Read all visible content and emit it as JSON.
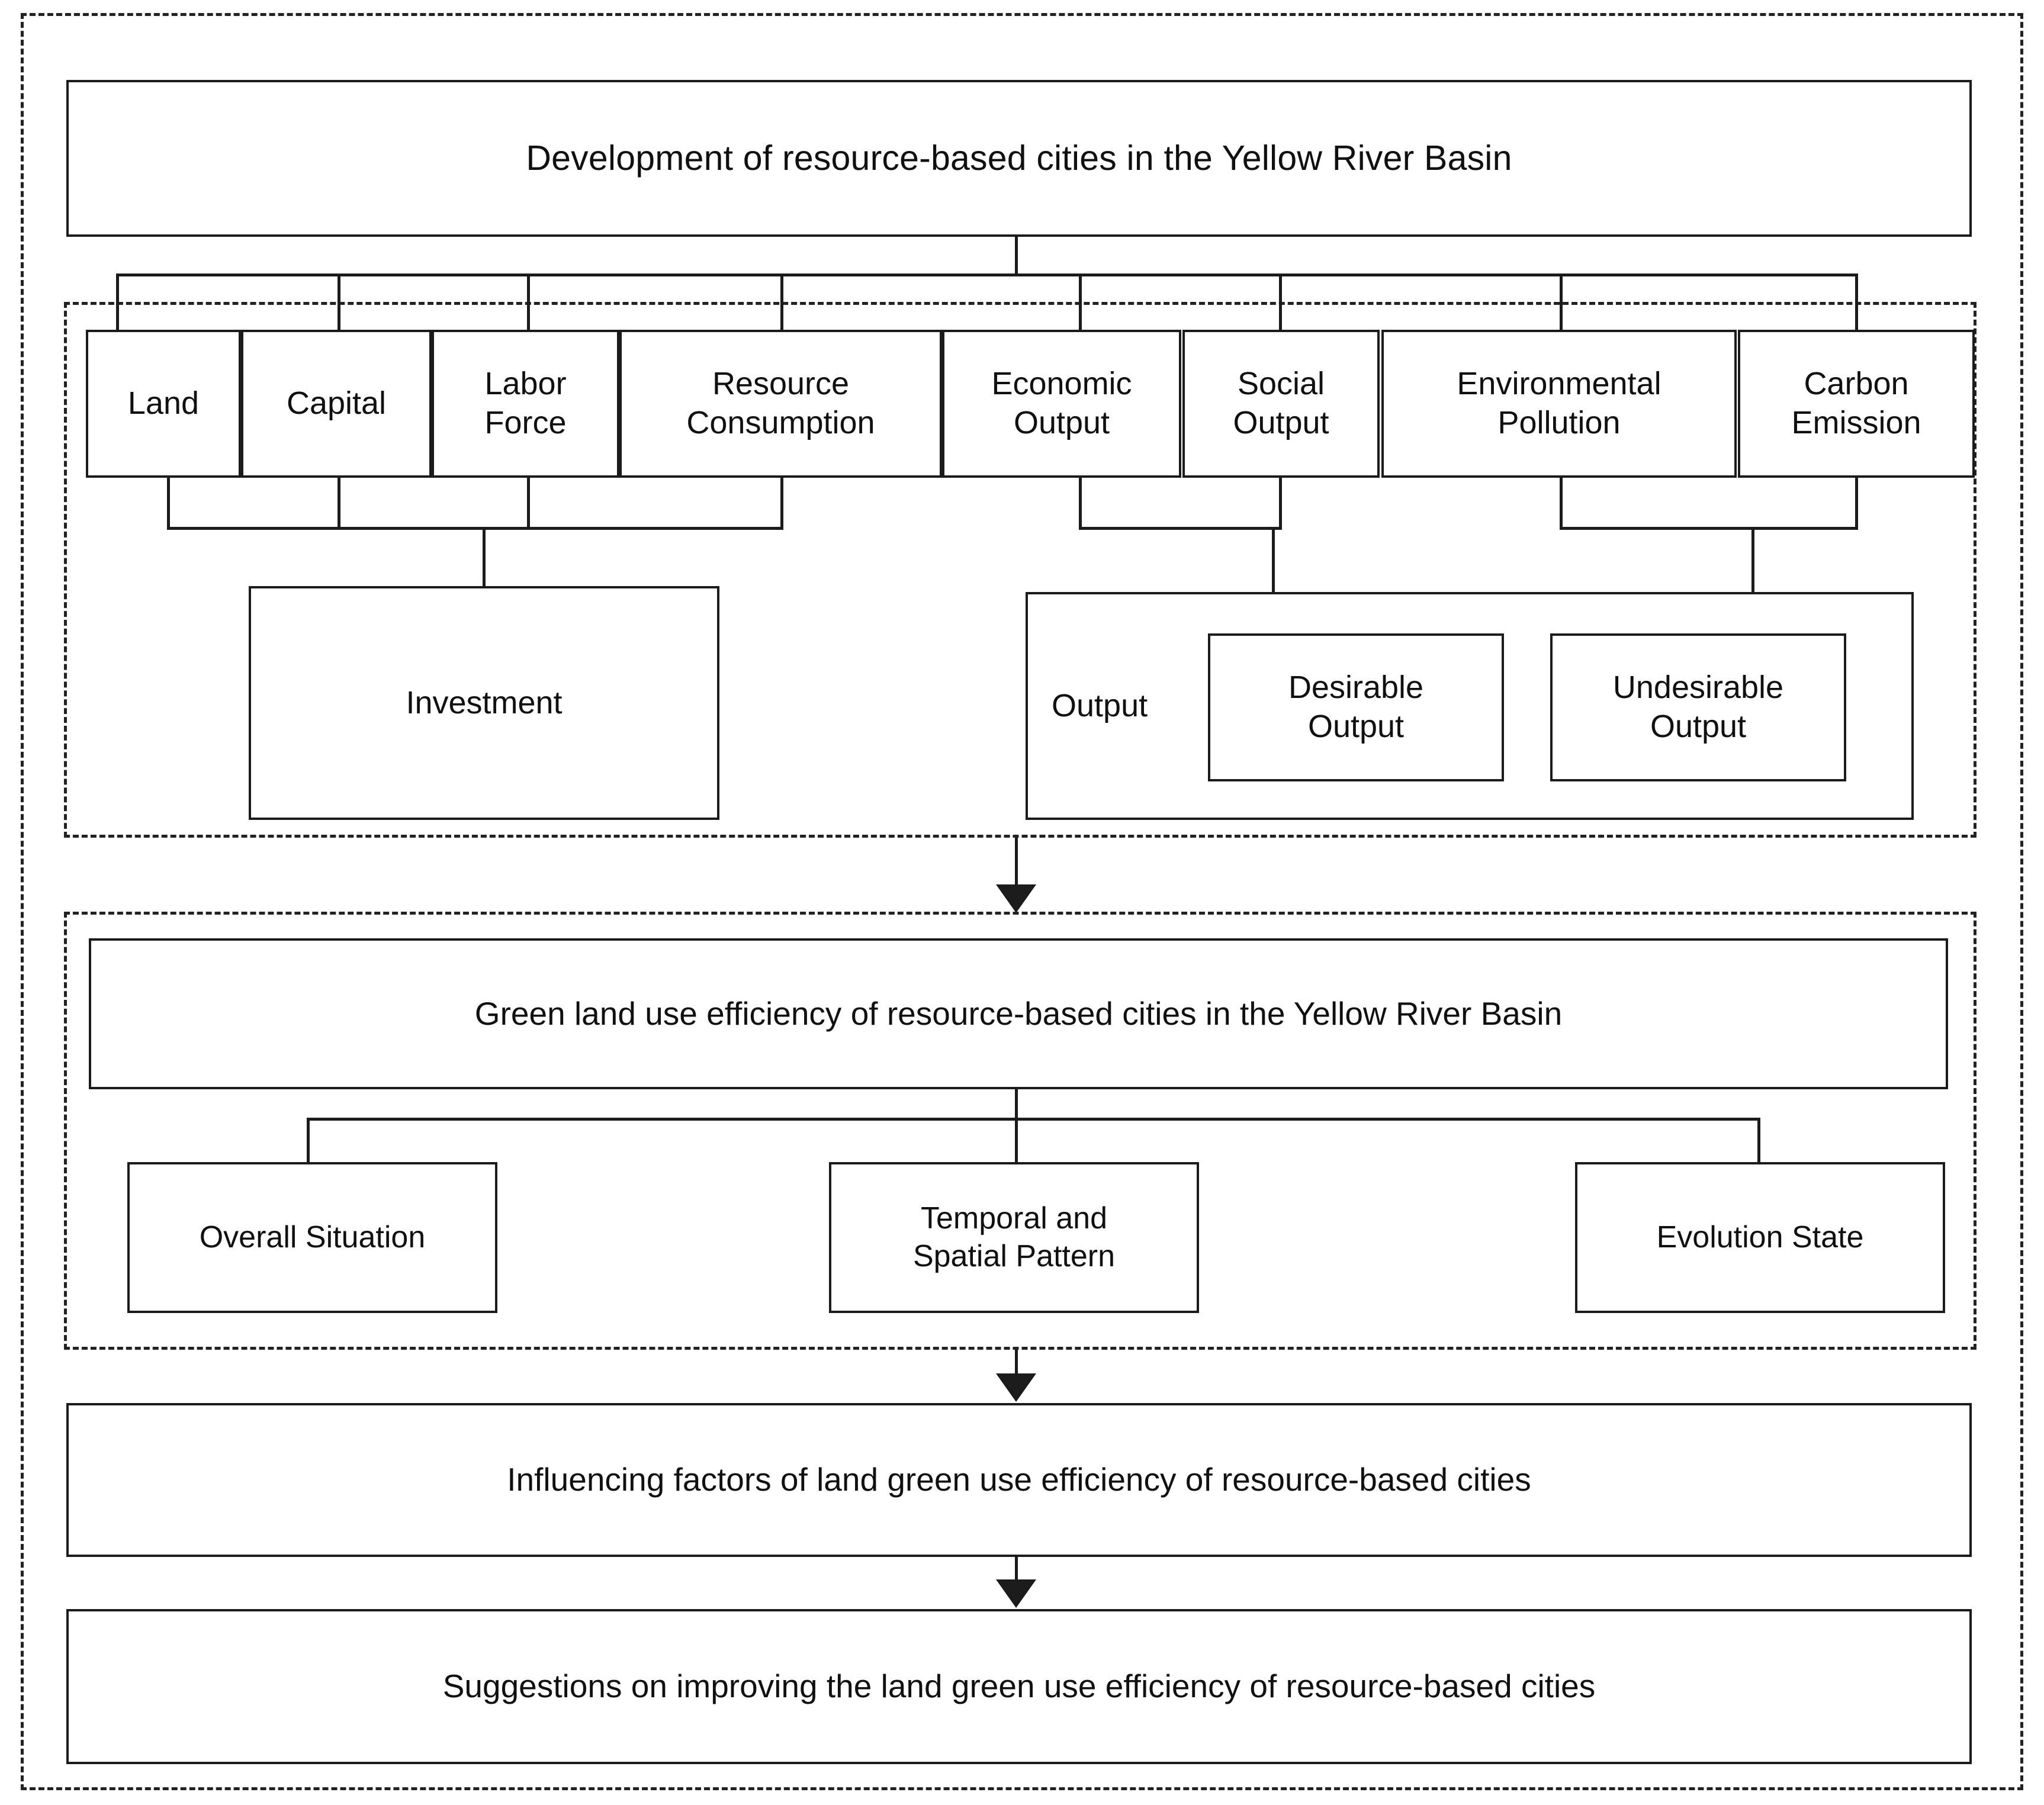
{
  "diagram": {
    "title_box": {
      "label": "Development of resource-based cities in the Yellow River Basin"
    },
    "framework_group": {
      "indicator_boxes": [
        {
          "label": "Land"
        },
        {
          "label": "Capital"
        },
        {
          "label": "Labor\nForce"
        },
        {
          "label": "Resource\nConsumption"
        },
        {
          "label": "Economic\nOutput"
        },
        {
          "label": "Social\nOutput"
        },
        {
          "label": "Environmental\nPollution"
        },
        {
          "label": "Carbon\nEmission"
        }
      ],
      "input_group": {
        "label": "Investment"
      },
      "output_group": {
        "label": "Output",
        "children": [
          {
            "label": "Desirable\nOutput"
          },
          {
            "label": "Undesirable\nOutput"
          }
        ]
      }
    },
    "efficiency_group": {
      "heading_box": {
        "label": "Green land use efficiency of resource-based cities in the Yellow River Basin"
      },
      "aspect_boxes": [
        {
          "label": "Overall Situation"
        },
        {
          "label": "Temporal and\nSpatial Pattern"
        },
        {
          "label": "Evolution State"
        }
      ]
    },
    "influencing_box": {
      "label": "Influencing factors of land green use efficiency of resource-based cities"
    },
    "suggestions_box": {
      "label": "Suggestions on improving the land green use efficiency of resource-based cities"
    }
  }
}
